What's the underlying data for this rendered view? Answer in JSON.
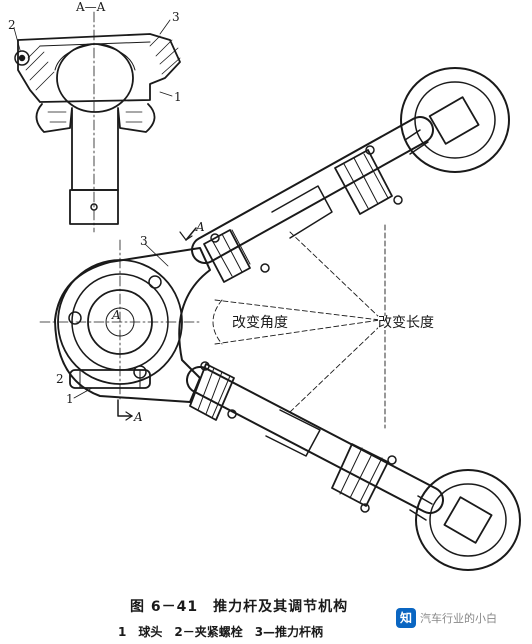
{
  "section_label": "A—A",
  "callouts": {
    "inset_2": "2",
    "inset_3": "3",
    "inset_1": "1",
    "main_3": "3",
    "main_A_center": "A",
    "main_A_top": "A",
    "main_2": "2",
    "main_1": "1",
    "main_A_bottom": "A"
  },
  "annotations": {
    "angle": "改变角度",
    "length": "改变长度"
  },
  "caption": "图 6－41　推力杆及其调节机构",
  "legend": "1　球头　2－夹紧螺栓　3—推力杆柄",
  "watermark": {
    "logo": "知",
    "text": "汽车行业的小白"
  }
}
